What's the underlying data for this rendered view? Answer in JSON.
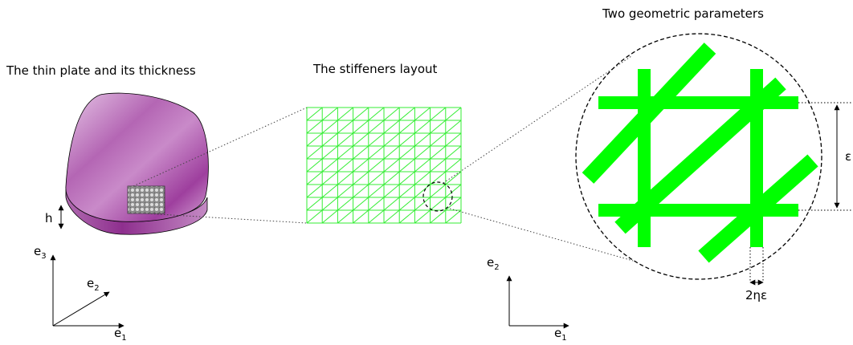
{
  "titles": {
    "plate": "The thin plate and its thickness",
    "layout": "The stiffeners layout",
    "params": "Two geometric parameters"
  },
  "labels": {
    "thickness": "h",
    "epsilon": "ε",
    "width": "2ηε",
    "axis_e": "e",
    "sub1": "1",
    "sub2": "2",
    "sub3": "3"
  },
  "colors": {
    "stiffener": "#00ff00",
    "grid": "#33ee33",
    "plate_light": "#dcb4dc",
    "plate_dark": "#a44aa4",
    "outline": "#000000"
  },
  "grid": {
    "columns": 10,
    "rows": 9,
    "diagonals": true
  }
}
